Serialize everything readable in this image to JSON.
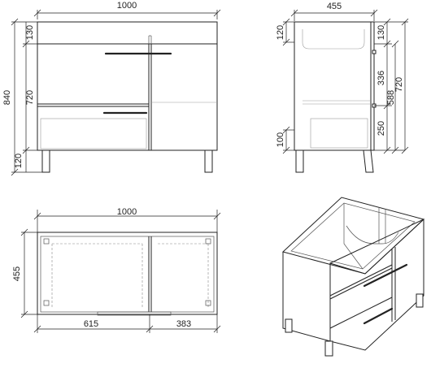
{
  "front_view": {
    "width": "1000",
    "top_rail": "130",
    "height_total": "840",
    "body_height": "720",
    "legs": "120"
  },
  "side_view": {
    "depth": "455",
    "top_left": "120",
    "top_right": "130",
    "shelf_gap": "336",
    "inner": "588",
    "body": "720",
    "lower": "250",
    "bottom": "100"
  },
  "plan_view": {
    "width": "1000",
    "depth": "455",
    "left_section": "615",
    "right_section": "383"
  }
}
